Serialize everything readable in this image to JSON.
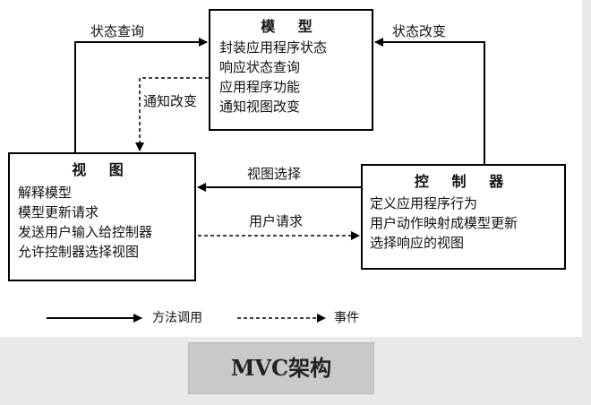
{
  "nodes": {
    "model": {
      "title": "模 型",
      "lines": [
        "封装应用程序状态",
        "响应状态查询",
        "应用程序功能",
        "通知视图改变"
      ]
    },
    "view": {
      "title": "视 图",
      "lines": [
        "解释模型",
        "模型更新请求",
        "发送用户输入给控制器",
        "允许控制器选择视图"
      ]
    },
    "controller": {
      "title": "控 制 器",
      "lines": [
        "定义应用程序行为",
        "用户动作映射成模型更新",
        "选择响应的视图"
      ]
    }
  },
  "edges": {
    "view_to_model": "状态查询",
    "controller_to_model": "状态改变",
    "model_to_view": "通知改变",
    "controller_to_view": "视图选择",
    "view_to_controller": "用户请求"
  },
  "legend": {
    "solid": "方法调用",
    "dashed": "事件"
  },
  "caption": "MVC架构",
  "colors": {
    "line": "#000000",
    "caption_bg": "#c9c9c9",
    "page_bg": "#e9e9e9"
  }
}
